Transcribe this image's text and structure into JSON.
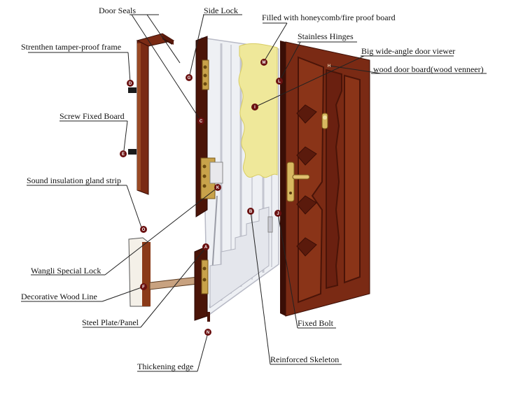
{
  "colors": {
    "wood_dark": "#5a1a0c",
    "wood": "#7a2a14",
    "wood_light": "#9a4a24",
    "steel": "#e8e8ec",
    "steel_edge": "#bcbcc6",
    "honeycomb": "#efe89a",
    "brass": "#c8a24a",
    "marker": "#6a1010",
    "leader": "#222222"
  },
  "icons": {
    "handle": "door-handle-icon",
    "hinge": "hinge-icon",
    "viewer": "door-viewer-icon",
    "marker": "label-marker-icon"
  },
  "labels": {
    "door_seals": "Door Seals",
    "side_lock": "Side Lock",
    "honeycomb": "Filled with honeycomb/fire proof board",
    "tamper_frame": "Strenthen tamper-proof frame",
    "hinges": "Stainless Hinges",
    "viewer": "Big wide-angle door viewer",
    "wood_board": "wood door board(wood venneer)",
    "screw_board": "Screw Fixed Board",
    "gland_strip": "Sound insulation gland strip",
    "wangli_lock": "Wangli Special Lock",
    "wood_line": "Decorative Wood Line",
    "steel_plate": "Steel Plate/Panel",
    "thickening_edge": "Thickening edge",
    "skeleton": "Reinforced Skeleton",
    "fixed_bolt": "Fixed Bolt"
  },
  "markers": {
    "A": "A",
    "B": "B",
    "C": "C",
    "D": "D",
    "E": "E",
    "F": "F",
    "G": "G",
    "H": "H",
    "I": "I",
    "J": "J",
    "K": "K",
    "L": "L",
    "M": "M",
    "N": "N",
    "O": "O"
  }
}
